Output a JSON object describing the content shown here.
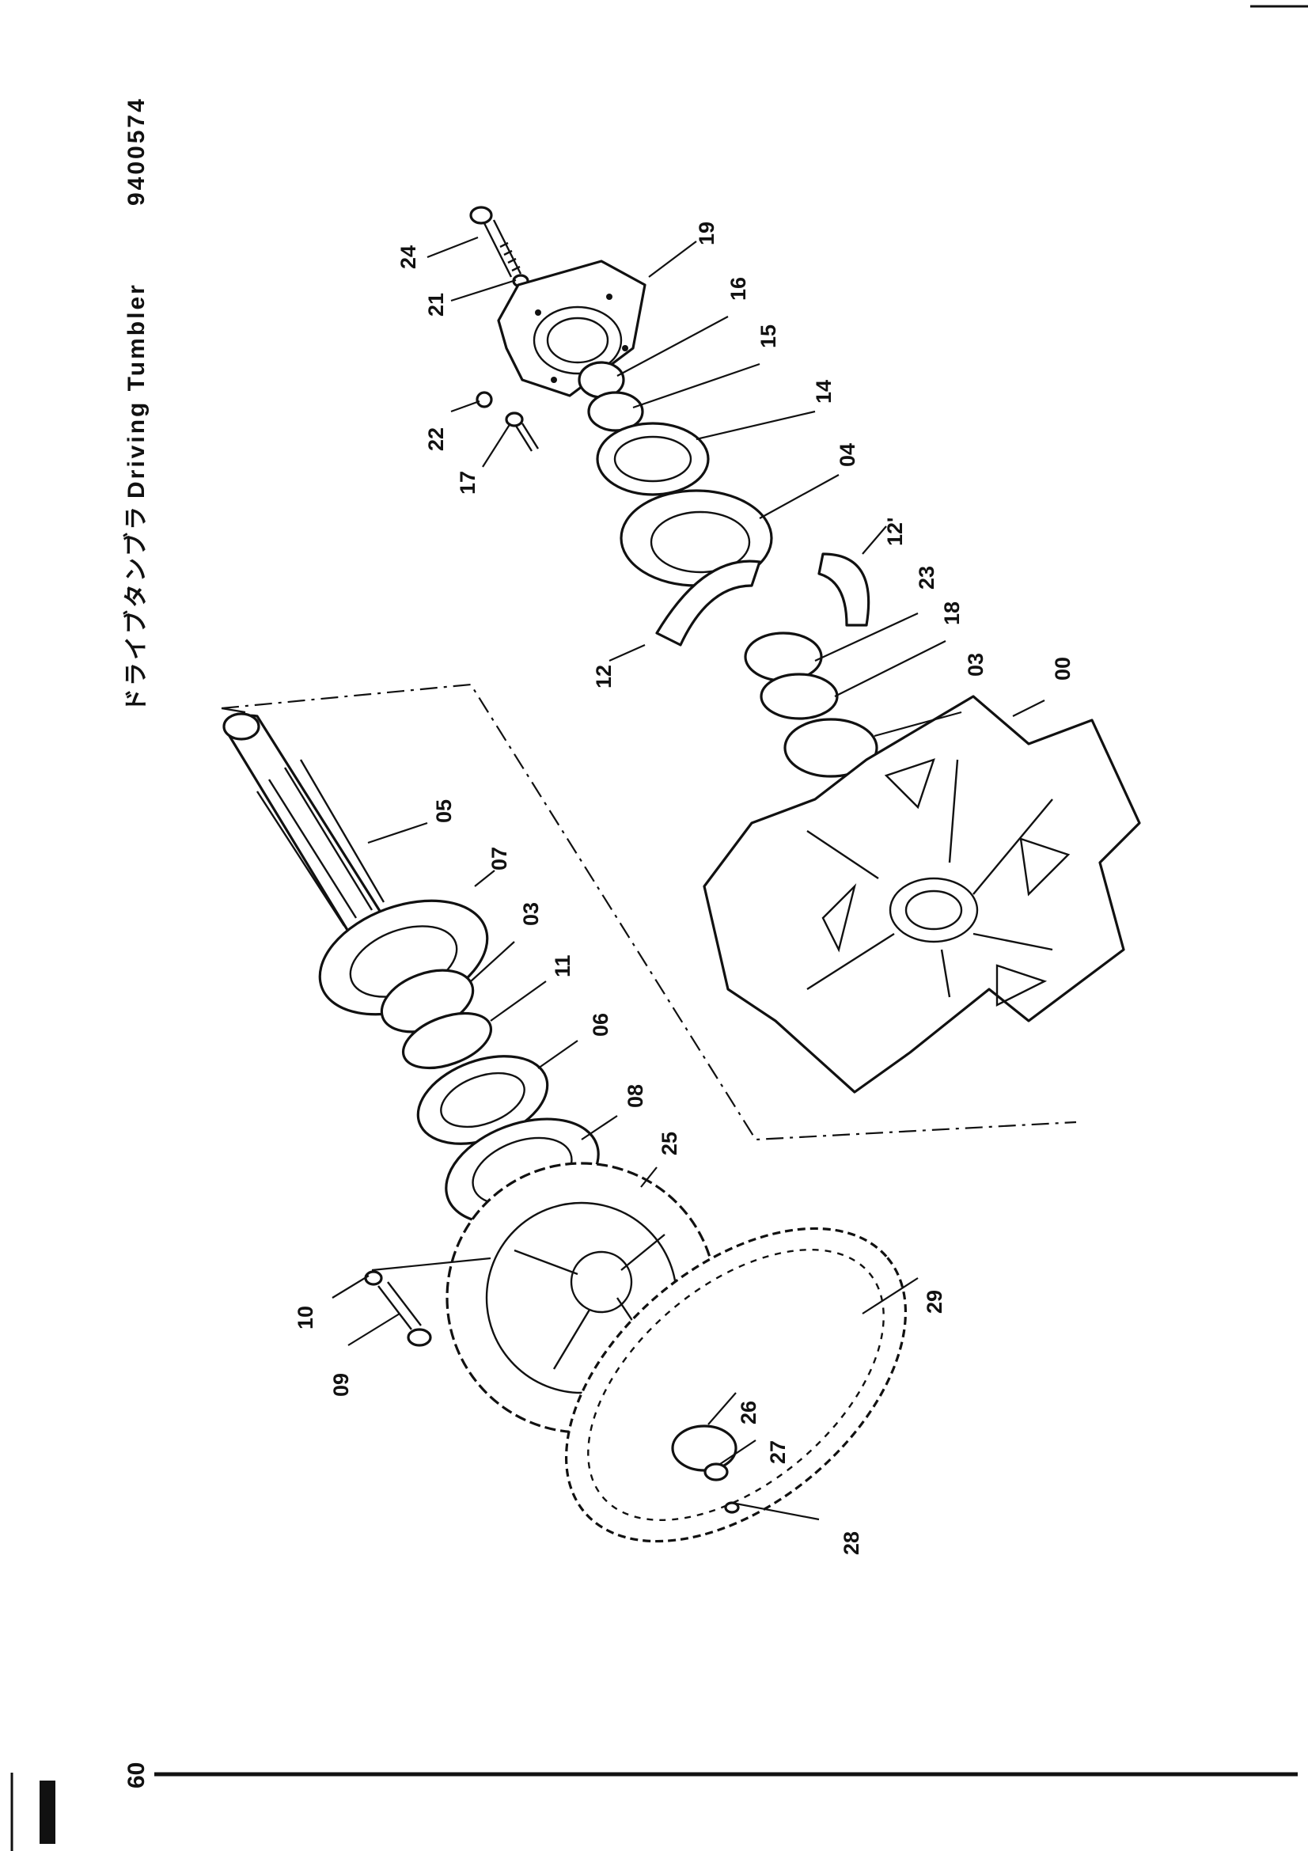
{
  "header": {
    "title_jp": "ドライブタンブラ",
    "title_en": "Driving Tumbler",
    "code": "9400574"
  },
  "page_number": "60",
  "callouts": [
    "24",
    "21",
    "19",
    "16",
    "15",
    "14",
    "04",
    "22",
    "17",
    "12'",
    "23",
    "18",
    "03",
    "00",
    "12",
    "05",
    "07",
    "03",
    "11",
    "06",
    "08",
    "25",
    "10",
    "09",
    "26",
    "27",
    "28",
    "29"
  ]
}
